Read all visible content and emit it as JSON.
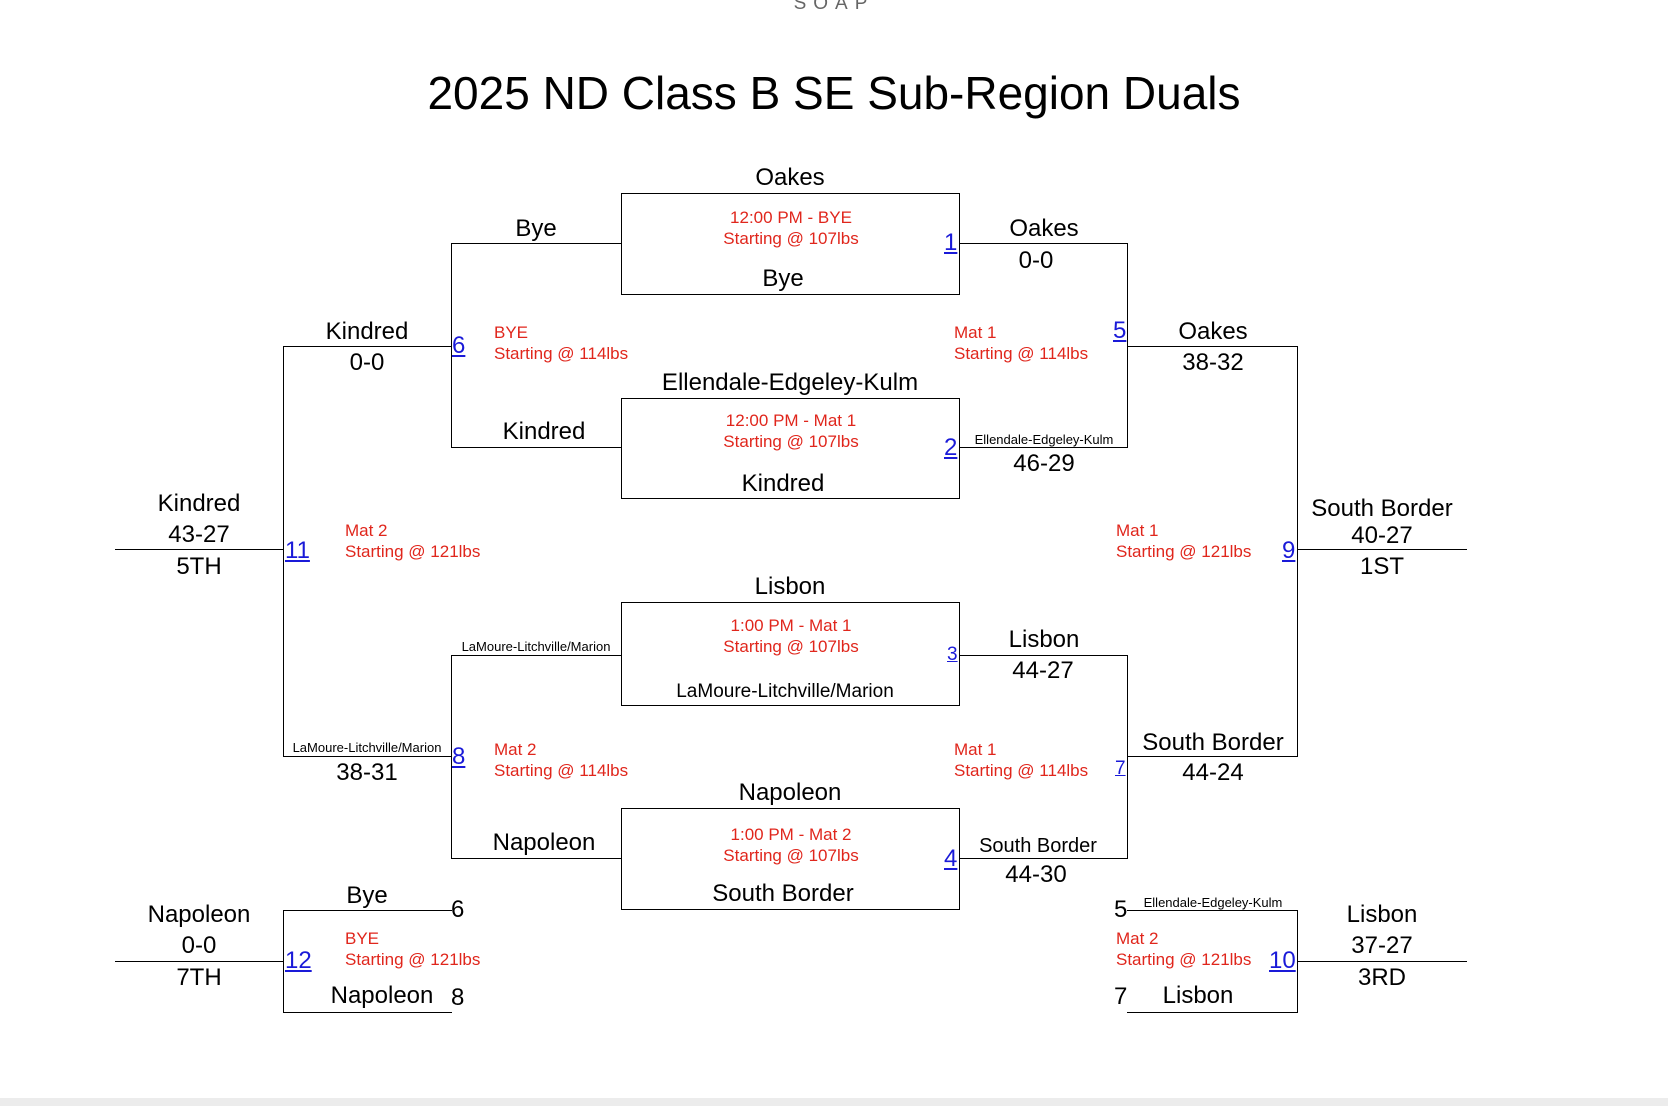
{
  "site_logo": "SOAP",
  "title": "2025 ND Class B SE Sub-Region Duals",
  "box1": {
    "top_team": "Oakes",
    "bottom_team": "Bye",
    "time": "12:00 PM - BYE",
    "start": "Starting @ 107lbs"
  },
  "box2": {
    "top_team": "Ellendale-Edgeley-Kulm",
    "bottom_team": "Kindred",
    "time": "12:00 PM - Mat 1",
    "start": "Starting @ 107lbs"
  },
  "box3": {
    "top_team": "Lisbon",
    "bottom_team": "LaMoure-Litchville/Marion",
    "time": "1:00 PM - Mat 1",
    "start": "Starting @ 107lbs"
  },
  "box4": {
    "top_team": "Napoleon",
    "bottom_team": "South Border",
    "time": "1:00 PM - Mat 2",
    "start": "Starting @ 107lbs"
  },
  "m1": {
    "num": "1",
    "winner": "Oakes",
    "score": "0-0"
  },
  "m2": {
    "num": "2",
    "winner": "Ellendale-Edgeley-Kulm",
    "score": "46-29"
  },
  "m3": {
    "num": "3",
    "winner": "Lisbon",
    "score": "44-27"
  },
  "m4": {
    "num": "4",
    "winner": "South Border",
    "score": "44-30"
  },
  "m5": {
    "num": "5",
    "winner": "Oakes",
    "score": "38-32",
    "mat": "Mat 1",
    "start": "Starting @ 114lbs"
  },
  "m6": {
    "num": "6",
    "loser_top": "Bye",
    "loser_bottom": "Kindred",
    "winner": "Kindred",
    "score": "0-0",
    "mat": "BYE",
    "start": "Starting @ 114lbs"
  },
  "m7": {
    "num": "7",
    "winner": "South Border",
    "score": "44-24",
    "mat": "Mat 1",
    "start": "Starting @ 114lbs"
  },
  "m8": {
    "num": "8",
    "loser_top": "LaMoure-Litchville/Marion",
    "loser_bottom": "Napoleon",
    "winner": "LaMoure-Litchville/Marion",
    "score": "38-31",
    "mat": "Mat 2",
    "start": "Starting @ 114lbs"
  },
  "m9": {
    "num": "9",
    "winner": "South Border",
    "score": "40-27",
    "place": "1ST",
    "mat": "Mat 1",
    "start": "Starting @ 121lbs"
  },
  "m10": {
    "num": "10",
    "top_team": "Ellendale-Edgeley-Kulm",
    "top_seed": "5",
    "bottom_team": "Lisbon",
    "bottom_seed": "7",
    "winner": "Lisbon",
    "score": "37-27",
    "place": "3RD",
    "mat": "Mat 2",
    "start": "Starting @ 121lbs"
  },
  "m11": {
    "num": "11",
    "winner": "Kindred",
    "score": "43-27",
    "place": "5TH",
    "mat": "Mat 2",
    "start": "Starting @ 121lbs"
  },
  "m12": {
    "num": "12",
    "top_team": "Bye",
    "top_seed": "6",
    "bottom_team": "Napoleon",
    "bottom_seed": "8",
    "winner": "Napoleon",
    "score": "0-0",
    "place": "7TH",
    "mat": "BYE",
    "start": "Starting @ 121lbs"
  },
  "colors": {
    "text": "#000000",
    "link": "#1a1ad8",
    "schedule": "#e0261c",
    "lines": "#000000"
  }
}
